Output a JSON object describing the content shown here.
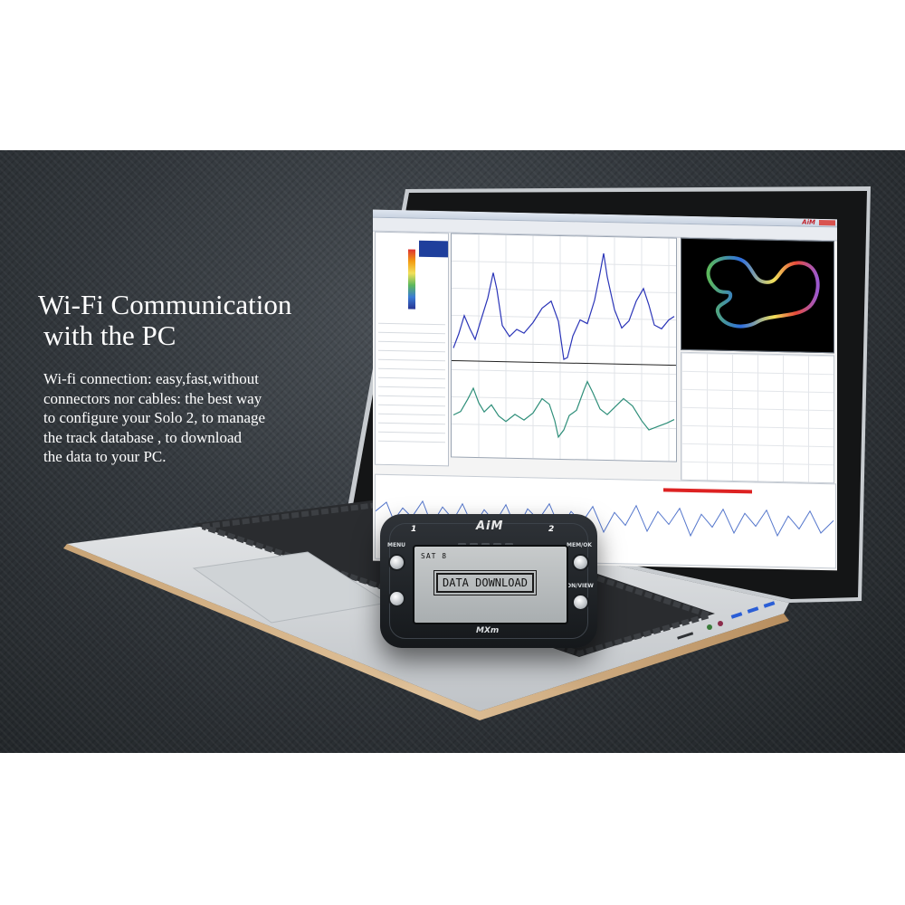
{
  "headline": {
    "line1": "Wi-Fi Communication",
    "line2": "with the PC"
  },
  "description": {
    "lines": [
      "Wi-fi connection: easy,fast,without",
      "connectors nor cables: the best way",
      "to configure your Solo 2, to manage",
      "the track database , to download",
      "the data to your PC."
    ]
  },
  "device": {
    "brand": "AiM",
    "model": "MXm",
    "left_number": "1",
    "right_number": "2",
    "button_labels": {
      "top_left": "MENU",
      "top_right": "MEM/OK",
      "bottom_right": "ON/VIEW"
    },
    "screen": {
      "sat_text": "SAT 8",
      "message": "DATA DOWNLOAD"
    }
  },
  "colors": {
    "background": "#33383d",
    "text": "#ffffff",
    "brand_red": "#c0212a"
  }
}
